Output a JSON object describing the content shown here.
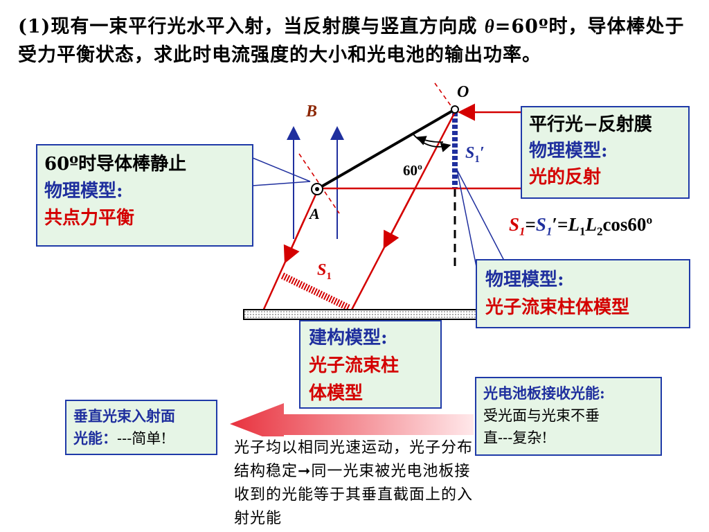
{
  "problem": {
    "prefix": "(1)",
    "text_before_theta": "现有一束平行光水平入射，当反射膜与竖直方向成 ",
    "theta": "θ",
    "text_after_theta": "=60º时，导体棒处于受力平衡状态，求此时电流强度的大小和光电池的输出功率。"
  },
  "diagram_labels": {
    "O": "O",
    "B": "B",
    "A": "A",
    "angle": "60º",
    "s1_prime": "S",
    "s1_prime_sub": "1",
    "s1_prime_mark": "′",
    "s1": "S",
    "s1_sub": "1"
  },
  "equation": {
    "s1": "S",
    "s1_sub": "1",
    "eq1": "=",
    "s1p": "S",
    "s1p_sub": "1",
    "s1p_mark": "′",
    "eq2": "=",
    "l1": "L",
    "l1_sub": "1",
    "l2": "L",
    "l2_sub": "2",
    "cos": "cos60º"
  },
  "box_left": {
    "line1": "60º时导体棒静止",
    "line2": "物理模型:",
    "line3": "共点力平衡"
  },
  "box_right_top": {
    "line1": "平行光−反射膜",
    "line2": "物理模型:",
    "line3": "光的反射"
  },
  "box_right_mid": {
    "line1": "物理模型:",
    "line2": "光子流束柱体模型"
  },
  "box_center": {
    "line1": "建构模型:",
    "line2": "光子流束柱",
    "line3": "体模型"
  },
  "box_bottom_left": {
    "line1": "垂直光束入射面",
    "line2a": "光能：",
    "line2b": "---简单!"
  },
  "box_bottom_right": {
    "line1": "光电池板接收光能:",
    "line2": "受光面与光束不垂",
    "line3": "直---复杂!"
  },
  "paragraph": {
    "text": "光子均以相同光速运动，光子分布结构稳定➞同一光束被光电池板接收到的光能等于其垂直截面上的入射光能"
  },
  "colors": {
    "blue": "#1f2f9e",
    "red": "#d40000",
    "box_bg": "#e6f5e6"
  }
}
